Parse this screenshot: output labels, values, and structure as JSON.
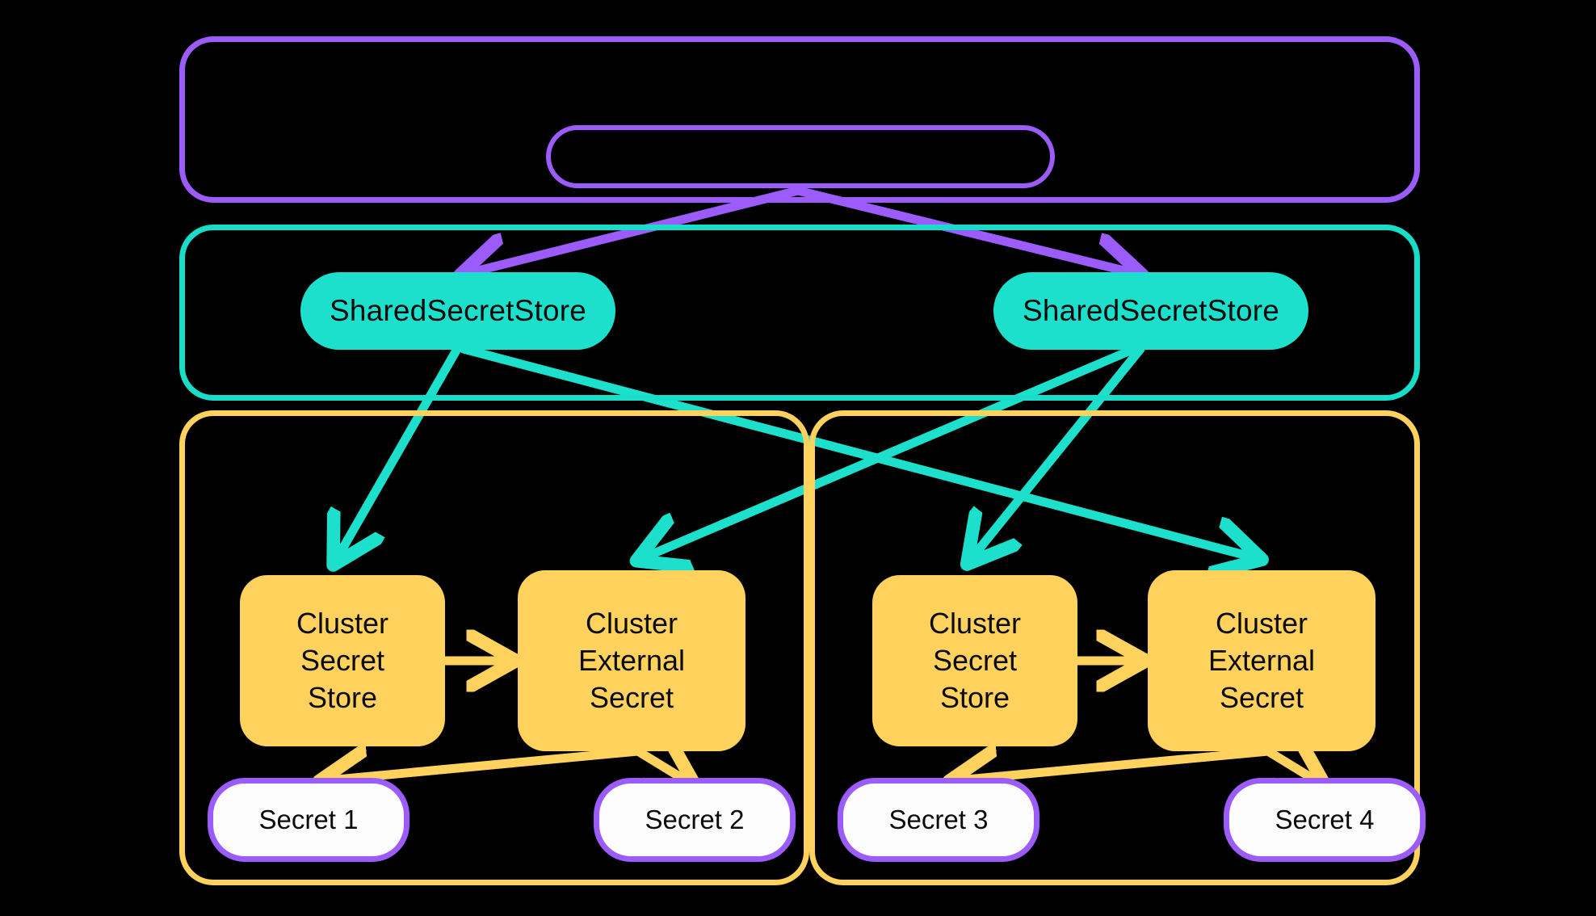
{
  "diagram": {
    "title": "External Secrets Operator shared secret store architecture",
    "background_color": "#000000",
    "colors": {
      "purple": "#9B5CFB",
      "teal": "#1DE0CC",
      "yellow": "#FFD25E",
      "secret_fill": "#FCFCFC",
      "text": "#0B0B0B"
    }
  },
  "groups": {
    "top_purple_group": {
      "label": "",
      "border_color": "#9B5CFB"
    },
    "top_inner_pill": {
      "label": "",
      "border_color": "#9B5CFB"
    },
    "teal_group": {
      "label": "",
      "border_color": "#1DE0CC"
    },
    "cluster_left_group": {
      "label": "",
      "border_color": "#FFD25E"
    },
    "cluster_right_group": {
      "label": "",
      "border_color": "#FFD25E"
    }
  },
  "nodes": {
    "shared_secret_store_left": {
      "label": "SharedSecretStore"
    },
    "shared_secret_store_right": {
      "label": "SharedSecretStore"
    },
    "cluster_secret_store_left": {
      "label": "Cluster\nSecret\nStore",
      "line1": "Cluster",
      "line2": "Secret",
      "line3": "Store"
    },
    "cluster_external_secret_left": {
      "label": "Cluster\nExternal\nSecret",
      "line1": "Cluster",
      "line2": "External",
      "line3": "Secret"
    },
    "cluster_secret_store_right": {
      "label": "Cluster\nSecret\nStore",
      "line1": "Cluster",
      "line2": "Secret",
      "line3": "Store"
    },
    "cluster_external_secret_right": {
      "label": "Cluster\nExternal\nSecret",
      "line1": "Cluster",
      "line2": "External",
      "line3": "Secret"
    },
    "secret_1": {
      "label": "Secret 1"
    },
    "secret_2": {
      "label": "Secret 2"
    },
    "secret_3": {
      "label": "Secret 3"
    },
    "secret_4": {
      "label": "Secret 4"
    }
  },
  "edges": [
    {
      "name": "purple-arrow-to-left-shared-store",
      "from": "top_inner_pill",
      "to": "shared_secret_store_left",
      "color": "#9B5CFB"
    },
    {
      "name": "purple-arrow-to-right-shared-store",
      "from": "top_inner_pill",
      "to": "shared_secret_store_right",
      "color": "#9B5CFB"
    },
    {
      "name": "teal-arrow-left-store-to-left-css",
      "from": "shared_secret_store_left",
      "to": "cluster_secret_store_left",
      "color": "#1DE0CC"
    },
    {
      "name": "teal-arrow-left-store-to-right-ces",
      "from": "shared_secret_store_left",
      "to": "cluster_external_secret_right",
      "color": "#1DE0CC"
    },
    {
      "name": "teal-arrow-right-store-to-left-ces",
      "from": "shared_secret_store_right",
      "to": "cluster_external_secret_left",
      "color": "#1DE0CC"
    },
    {
      "name": "teal-arrow-right-store-to-right-css",
      "from": "shared_secret_store_right",
      "to": "cluster_secret_store_right",
      "color": "#1DE0CC"
    },
    {
      "name": "yellow-arrow-left-css-to-ces",
      "from": "cluster_secret_store_left",
      "to": "cluster_external_secret_left",
      "color": "#FFD25E"
    },
    {
      "name": "yellow-arrow-right-css-to-ces",
      "from": "cluster_secret_store_right",
      "to": "cluster_external_secret_right",
      "color": "#FFD25E"
    },
    {
      "name": "yellow-arrow-left-ces-to-secret1",
      "from": "cluster_external_secret_left",
      "to": "secret_1",
      "color": "#FFD25E"
    },
    {
      "name": "yellow-arrow-left-ces-to-secret2",
      "from": "cluster_external_secret_left",
      "to": "secret_2",
      "color": "#FFD25E"
    },
    {
      "name": "yellow-arrow-right-ces-to-secret3",
      "from": "cluster_external_secret_right",
      "to": "secret_3",
      "color": "#FFD25E"
    },
    {
      "name": "yellow-arrow-right-ces-to-secret4",
      "from": "cluster_external_secret_right",
      "to": "secret_4",
      "color": "#FFD25E"
    }
  ]
}
